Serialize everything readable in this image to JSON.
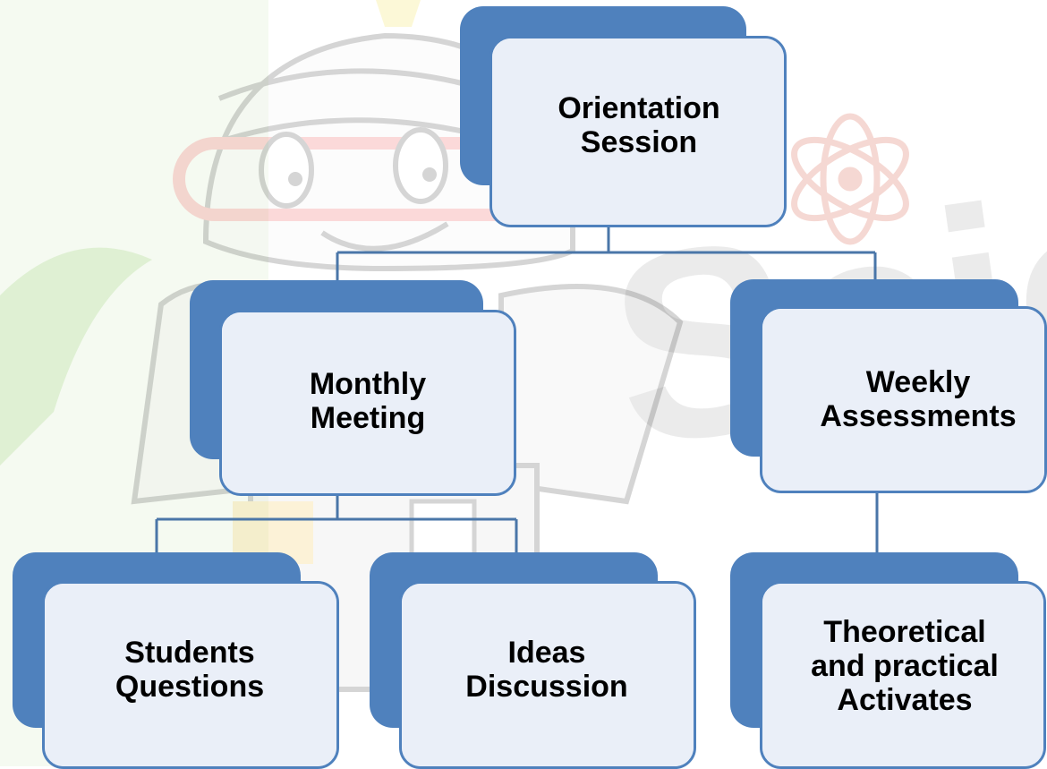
{
  "colors": {
    "box_fill": "#e8eef7",
    "box_border": "#4f81bd",
    "accent": "#4f81bd",
    "text": "#000000"
  },
  "diagram": {
    "nodes": {
      "orientation": "Orientation\nSession",
      "monthly": "Monthly\nMeeting",
      "weekly": "Weekly\nAssessments",
      "students": "Students\nQuestions",
      "ideas": "Ideas\nDiscussion",
      "theoretical": "Theoretical\nand practical\nActivates"
    },
    "edges": [
      [
        "orientation",
        "monthly"
      ],
      [
        "orientation",
        "weekly"
      ],
      [
        "monthly",
        "students"
      ],
      [
        "monthly",
        "ideas"
      ],
      [
        "weekly",
        "theoretical"
      ]
    ]
  },
  "background": {
    "watermark_text": "Scien"
  }
}
